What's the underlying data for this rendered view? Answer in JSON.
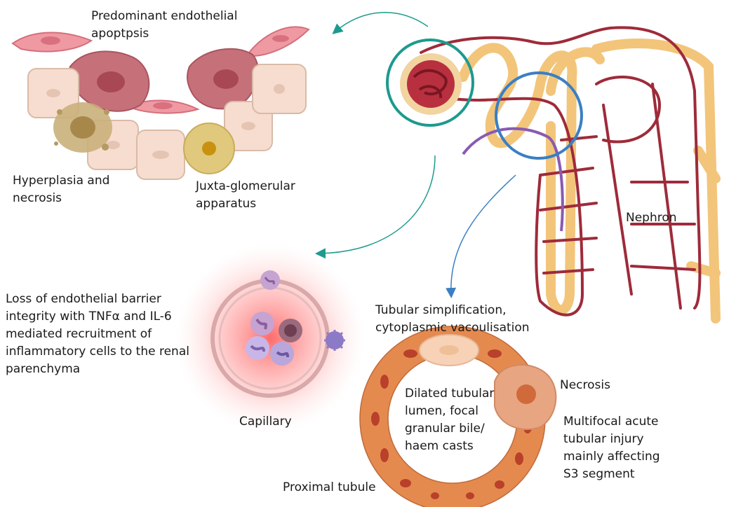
{
  "labels": {
    "endothelial_apoptosis": "Predominant endothelial\napoptpsis",
    "hyperplasia": "Hyperplasia and\nnecrosis",
    "juxta": "Juxta-glomerular\napparatus",
    "nephron": "Nephron",
    "loss_barrier": "Loss of endothelial barrier\nintegrity with TNFα and IL-6\nmediated recruitment of\ninflammatory cells to the renal\nparenchyma",
    "capillary": "Capillary",
    "tubular_simplification": "Tubular simplification,\ncytoplasmic vacoulisation",
    "dilated_lumen": "Dilated tubular\nlumen, focal\ngranular bile/\nhaem casts",
    "necrosis": "Necrosis",
    "multifocal": "Multifocal acute\ntubular injury\nmainly affecting\nS3 segment",
    "proximal_tubule": "Proximal tubule"
  },
  "colors": {
    "teal_circle": "#1d9a8e",
    "blue_circle": "#3a7fc4",
    "vessel_red": "#9e2b3a",
    "tubule_yellow": "#f2c57a",
    "tubule_cell": "#e58a4f",
    "endothelial_pink": "#e98a96"
  }
}
